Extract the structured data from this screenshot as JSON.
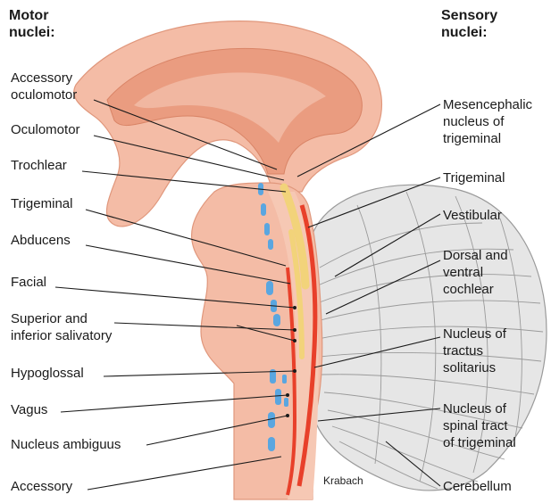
{
  "headers": {
    "motor": [
      "Motor",
      "nuclei:"
    ],
    "sensory": [
      "Sensory",
      "nuclei:"
    ]
  },
  "motor_labels": [
    [
      "Accessory",
      "oculomotor"
    ],
    [
      "Oculomotor"
    ],
    [
      "Trochlear"
    ],
    [
      "Trigeminal"
    ],
    [
      "Abducens"
    ],
    [
      "Facial"
    ],
    [
      "Superior and",
      "inferior salivatory"
    ],
    [
      "Hypoglossal"
    ],
    [
      "Vagus"
    ],
    [
      "Nucleus ambiguus"
    ],
    [
      "Accessory"
    ]
  ],
  "sensory_labels": [
    [
      "Mesencephalic",
      "nucleus of",
      "trigeminal"
    ],
    [
      "Trigeminal"
    ],
    [
      "Vestibular"
    ],
    [
      "Dorsal and",
      "ventral",
      "cochlear"
    ],
    [
      "Nucleus of",
      "tractus",
      "solitarius"
    ],
    [
      "Nucleus of",
      "spinal tract",
      "of trigeminal"
    ],
    [
      "Cerebellum"
    ]
  ],
  "signature": "Krabach",
  "colors": {
    "tissue": "#f3b8a2",
    "tissue_light": "#f8cdb9",
    "tissue_dark": "#e58f72",
    "motor_nucleus": "#5aa6e0",
    "sensory_nucleus": "#e8402a",
    "yellow_tract": "#f2d37a",
    "cerebellum": "#e4e4e4",
    "line": "#1a1a1a"
  }
}
